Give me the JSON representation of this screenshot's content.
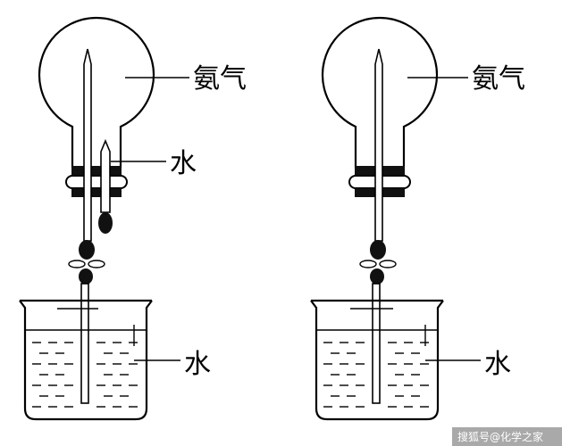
{
  "apparatus_left": {
    "gas_label": "氨气",
    "dropper_label": "水",
    "beaker_label": "水"
  },
  "apparatus_right": {
    "gas_label": "氨气",
    "beaker_label": "水"
  },
  "watermark": "搜狐号@化学之家"
}
